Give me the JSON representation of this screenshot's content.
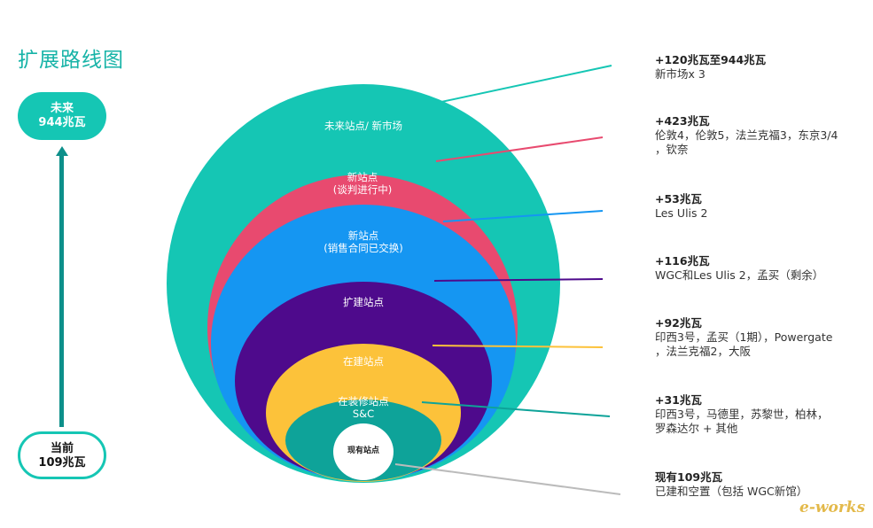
{
  "title": "扩展路线图",
  "timeline": {
    "future_label": "未来",
    "future_value": "944兆瓦",
    "current_label": "当前",
    "current_value": "109兆瓦"
  },
  "circles": [
    {
      "label": "未来站点/ 新市场",
      "color": "#15c6b4"
    },
    {
      "label": "新站点\n(谈判进行中)",
      "color": "#e84a6f"
    },
    {
      "label": "新站点\n(销售合同已交换)",
      "color": "#1596f2"
    },
    {
      "label": "扩建站点",
      "color": "#4e0a8c"
    },
    {
      "label": "在建站点",
      "color": "#fcc23a"
    },
    {
      "label": "在装修站点\nS&C",
      "color": "#0ea399"
    },
    {
      "label": "现有站点",
      "color": "#ffffff"
    }
  ],
  "annotations": [
    {
      "heading": "+120兆瓦至944兆瓦",
      "detail": "新市场x 3"
    },
    {
      "heading": "+423兆瓦",
      "detail": "伦敦4，伦敦5，法兰克福3，东京3/4\n，钦奈"
    },
    {
      "heading": "+53兆瓦",
      "detail": "Les Ulis 2"
    },
    {
      "heading": "+116兆瓦",
      "detail": "WGC和Les Ulis 2，孟买（剩余）"
    },
    {
      "heading": "+92兆瓦",
      "detail": "印西3号，孟买（1期），Powergate\n，法兰克福2，大阪"
    },
    {
      "heading": "+31兆瓦",
      "detail": "印西3号，马德里，苏黎世，柏林，\n罗森达尔 + 其他"
    },
    {
      "heading": "现有109兆瓦",
      "detail": "已建和空置（包括 WGC新馆）"
    }
  ],
  "leader_colors": [
    "#15c6b4",
    "#e84a6f",
    "#1596f2",
    "#4e0a8c",
    "#fcc23a",
    "#0ea399",
    "#bbbbbb"
  ],
  "watermark": "e-works"
}
